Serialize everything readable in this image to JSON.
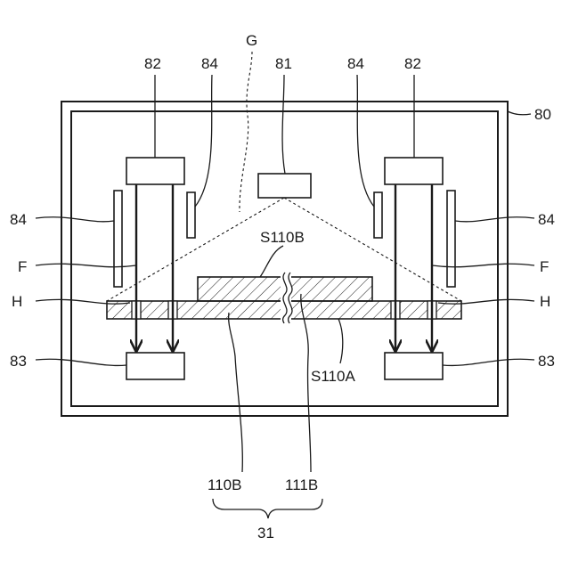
{
  "labels": {
    "G": "G",
    "ref_80": "80",
    "ref_81": "81",
    "ref_82_left": "82",
    "ref_82_right": "82",
    "ref_84_top_left": "84",
    "ref_84_top_right": "84",
    "ref_84_left": "84",
    "ref_84_right": "84",
    "F_left": "F",
    "F_right": "F",
    "H_left": "H",
    "H_right": "H",
    "ref_83_left": "83",
    "ref_83_right": "83",
    "S110B": "S110B",
    "S110A": "S110A",
    "ref_110B": "110B",
    "ref_111B": "111B",
    "ref_31": "31"
  }
}
